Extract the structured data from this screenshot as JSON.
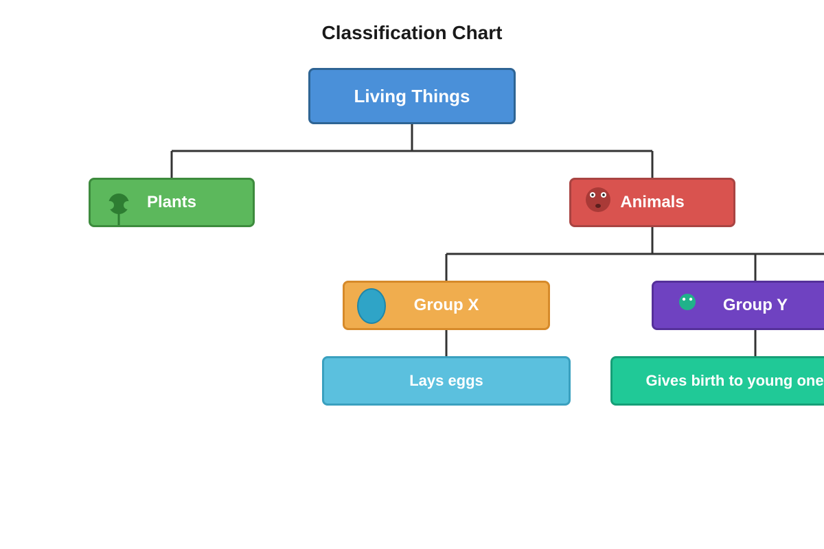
{
  "title": "Classification Chart",
  "nodes": {
    "root": {
      "label": "Living Things"
    },
    "plants": {
      "label": "Plants"
    },
    "animals": {
      "label": "Animals"
    },
    "group_x": {
      "label": "Group X"
    },
    "group_y": {
      "label": "Group Y"
    },
    "lays_eggs": {
      "label": "Lays eggs"
    },
    "gives_birth": {
      "label": "Gives birth to young one"
    }
  },
  "icons": {
    "plants": "plant-icon",
    "animals": "animal-face-icon",
    "group_x": "egg-icon",
    "group_y": "creature-icon"
  },
  "colors": {
    "root": "#4a90d9",
    "plants": "#5cb85c",
    "animals": "#d9534f",
    "group_x": "#f0ad4e",
    "group_y": "#6f42c1",
    "lays_eggs": "#5bc0de",
    "gives_birth": "#20c997",
    "connector": "#333333"
  }
}
